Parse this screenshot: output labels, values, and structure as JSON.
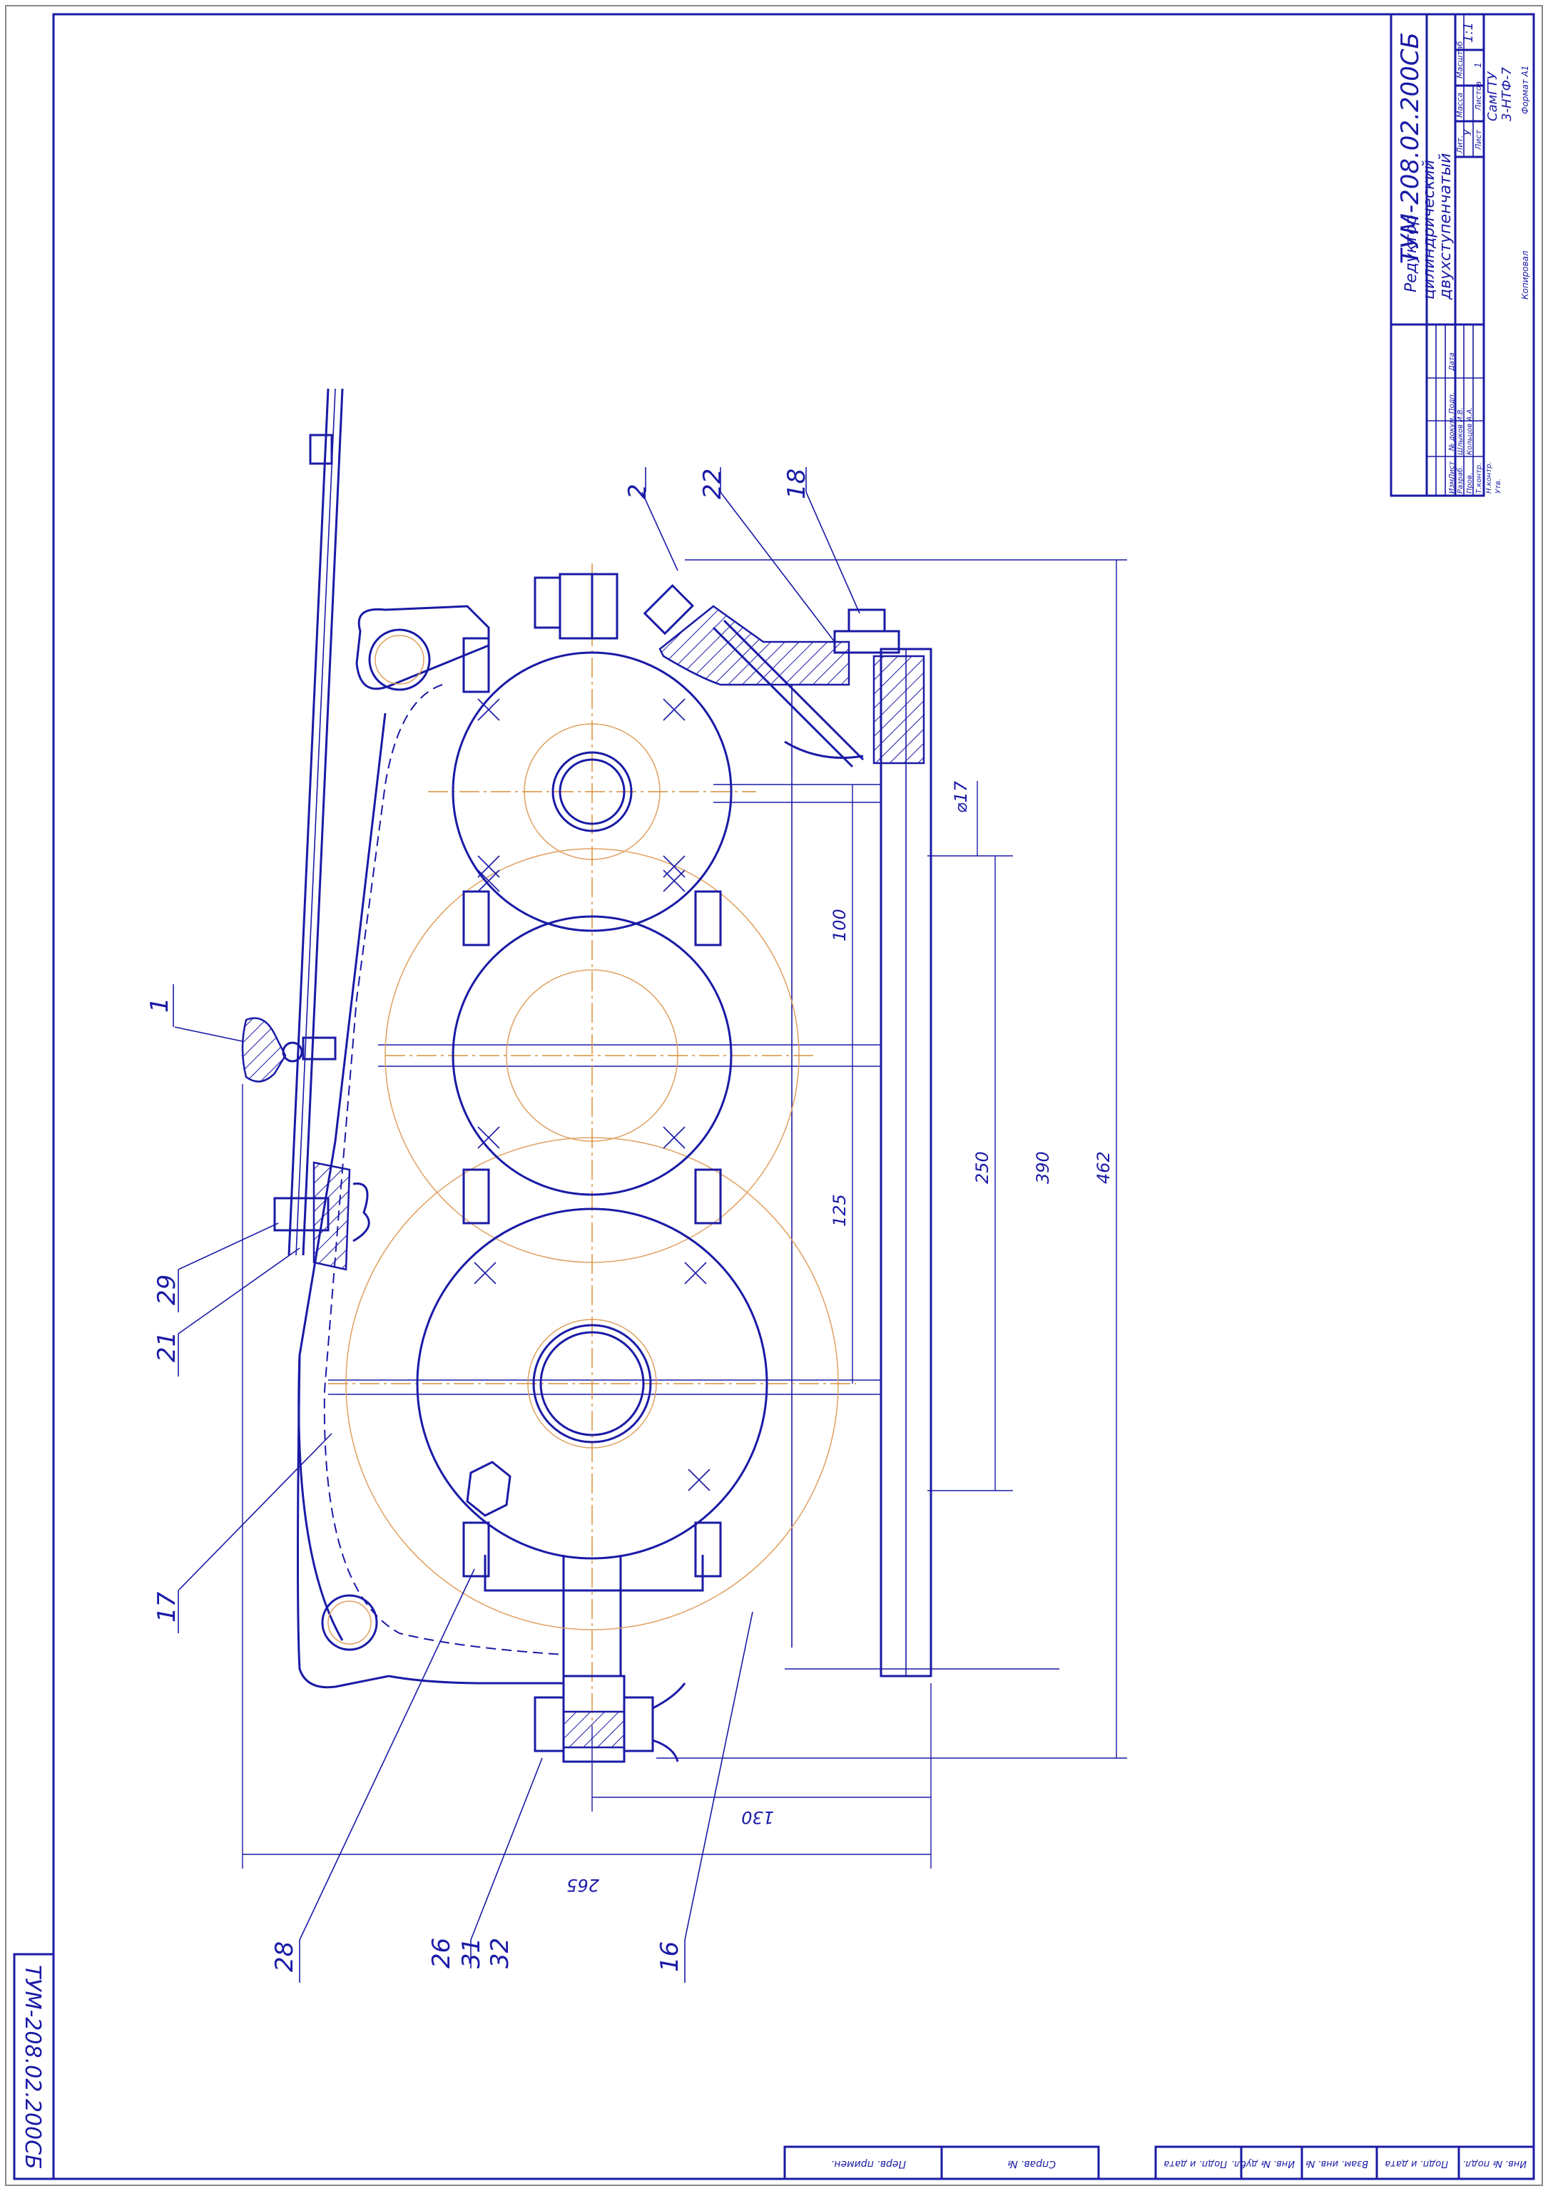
{
  "title_block": {
    "designation": "ТУМ-208.02.200СБ",
    "name_line1": "Редуктор",
    "name_line2": "цилиндрический",
    "name_line3": "двухступенчатый",
    "col_lit": "Лит.",
    "col_mass": "Масса",
    "col_scale": "Масштаб",
    "lit_value": "У",
    "scale_value": "1:1",
    "sheet": "Лист",
    "sheets": "Листов",
    "sheets_value": "1",
    "org_line1": "СамГТУ",
    "org_line2": "3-НТФ-7",
    "developer_label": "Разраб.",
    "developer_name": "Шлыков И.В.",
    "checker_label": "Пров.",
    "checker_name": "Кольцов А.А.",
    "tcontrol_label": "Т.контр.",
    "ncontrol_label": "Н.контр.",
    "approve_label": "Утв.",
    "hdr_izm": "Изм.",
    "hdr_list": "Лист",
    "hdr_doc": "№ докум.",
    "hdr_sign": "Подп.",
    "hdr_date": "Дата",
    "copied": "Копировал",
    "format": "Формат А1"
  },
  "corner_designation": "ТУМ-208.02.200СБ",
  "bottom_strip": {
    "perv_primen": "Перв. примен.",
    "sprav": "Справ. №",
    "podp_data_1": "Подп. и дата",
    "inv_dubl": "Инв. № дубл.",
    "vzam_inv": "Взам. инв. №",
    "podp_data_2": "Подп. и дата",
    "inv_podl": "Инв. № подл."
  },
  "callouts": [
    "1",
    "2",
    "22",
    "18",
    "29",
    "21",
    "17",
    "28",
    "26",
    "31",
    "32",
    "16"
  ],
  "dimensions": {
    "d17": "⌀17",
    "d100": "100",
    "d125": "125",
    "d250": "250",
    "d390": "390",
    "d462": "462",
    "d130": "130",
    "d265": "265"
  },
  "colors": {
    "line": "#1a1aa6",
    "center": "#d8903a"
  }
}
